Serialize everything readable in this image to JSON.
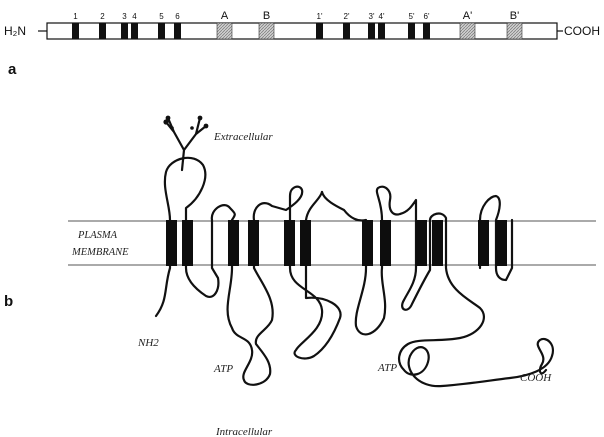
{
  "panel_a": {
    "label": "a",
    "n_terminus": "H₂N",
    "c_terminus": "COOH",
    "tm_labels": [
      "1",
      "2",
      "3",
      "4",
      "5",
      "6",
      "1'",
      "2'",
      "3'",
      "4'",
      "5'",
      "6'"
    ],
    "nbd_labels": [
      "A",
      "B",
      "A'",
      "B'"
    ]
  },
  "panel_b": {
    "label": "b",
    "extracellular": "Extracellular",
    "intracellular": "Intracellular",
    "membrane_line1": "PLASMA",
    "membrane_line2": "MEMBRANE",
    "n_terminus": "NH2",
    "atp_labels": [
      "ATP",
      "ATP"
    ],
    "c_terminus": "COOH"
  }
}
